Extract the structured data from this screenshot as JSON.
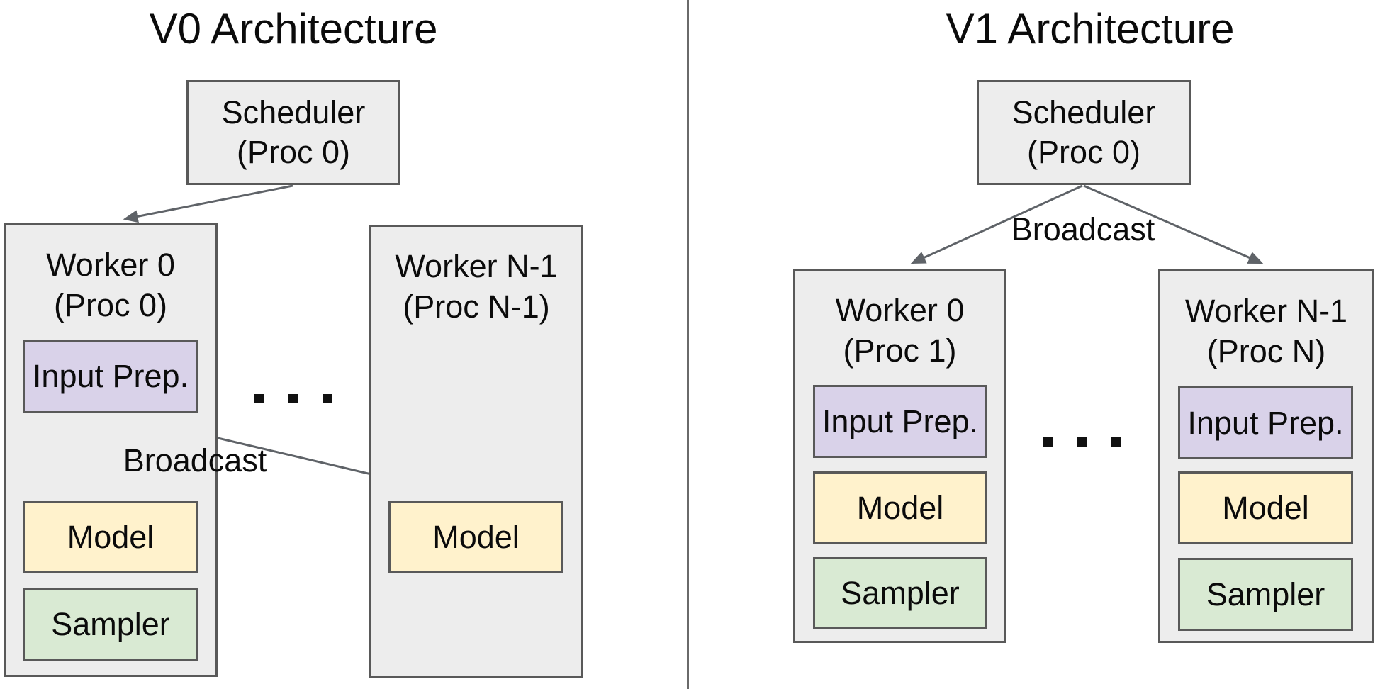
{
  "colors": {
    "box_fill": "#ededed",
    "box_border": "#595959",
    "input_prep_fill": "#d9d2e9",
    "model_fill": "#fff2cc",
    "sampler_fill": "#d9ead3",
    "arrow": "#5f6368",
    "divider": "#6a6a6a",
    "text": "#0b0b0b"
  },
  "v0": {
    "title": "V0 Architecture",
    "scheduler": {
      "name": "Scheduler",
      "proc": "(Proc 0)"
    },
    "broadcast_label": "Broadcast",
    "ellipsis": ". . .",
    "worker0": {
      "name": "Worker 0",
      "proc": "(Proc 0)",
      "input_prep": "Input Prep.",
      "model": "Model",
      "sampler": "Sampler"
    },
    "workerN": {
      "name": "Worker N-1",
      "proc": "(Proc N-1)",
      "model": "Model"
    }
  },
  "v1": {
    "title": "V1 Architecture",
    "scheduler": {
      "name": "Scheduler",
      "proc": "(Proc 0)"
    },
    "broadcast_label": "Broadcast",
    "ellipsis": ". . .",
    "worker0": {
      "name": "Worker 0",
      "proc": "(Proc 1)",
      "input_prep": "Input Prep.",
      "model": "Model",
      "sampler": "Sampler"
    },
    "workerN": {
      "name": "Worker N-1",
      "proc": "(Proc N)",
      "input_prep": "Input Prep.",
      "model": "Model",
      "sampler": "Sampler"
    }
  }
}
